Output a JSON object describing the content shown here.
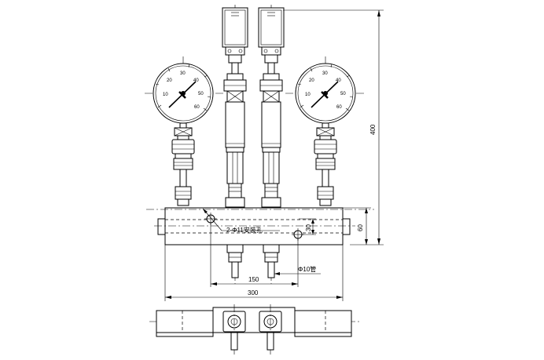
{
  "gauge_scale": [
    "10",
    "20",
    "30",
    "40",
    "50",
    "60"
  ],
  "dimensions": {
    "height_400": "400",
    "height_60": "60",
    "offset_30": "30",
    "spacing_150": "150",
    "length_300": "300"
  },
  "annotations": {
    "mount_holes": "2-Φ11安装孔",
    "tube": "Φ10管"
  }
}
